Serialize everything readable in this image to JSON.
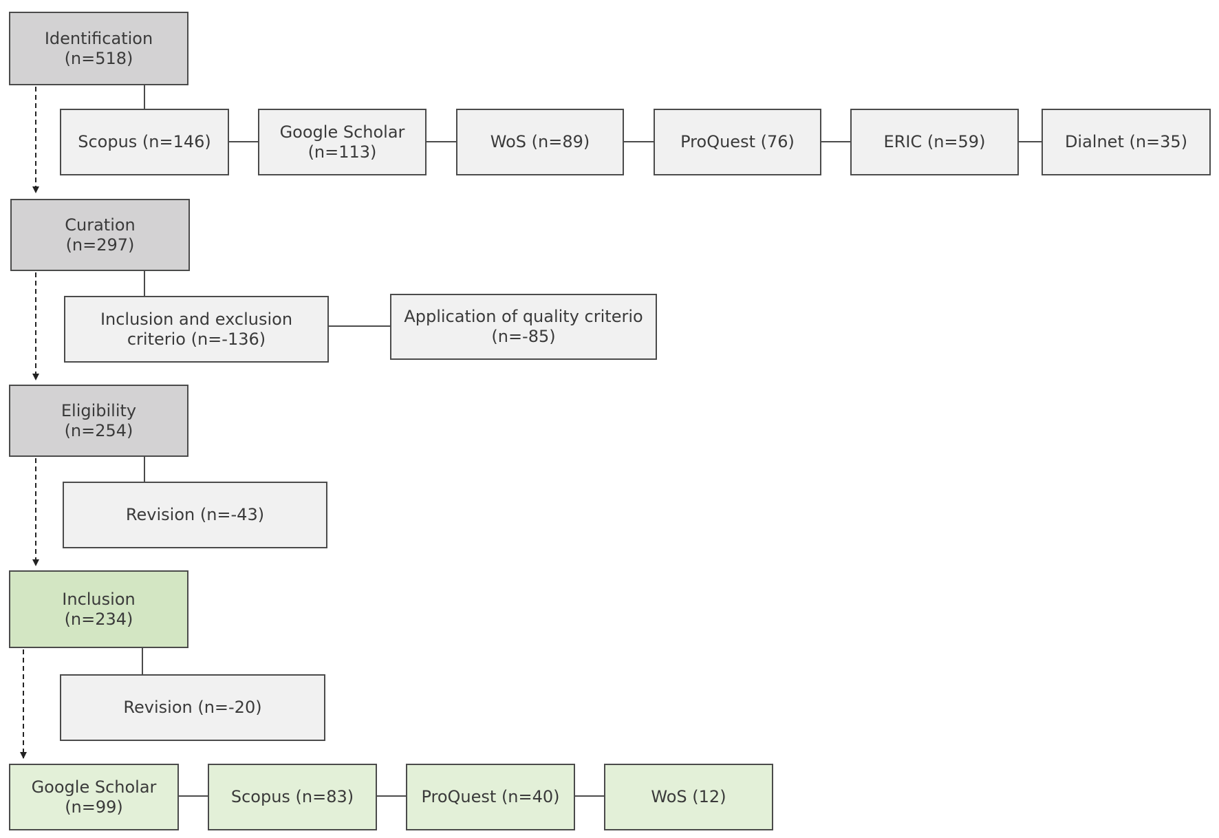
{
  "colors": {
    "stage_fill": "#d3d2d3",
    "detail_fill": "#f1f1f1",
    "inclusion_fill": "#d3e6c3",
    "result_fill": "#e3f0d8",
    "border": "#4a4a4a"
  },
  "stages": [
    {
      "label": "Identification",
      "count": "(n=518)"
    },
    {
      "label": "Curation",
      "count": "(n=297)"
    },
    {
      "label": "Eligibility",
      "count": "(n=254)"
    },
    {
      "label": "Inclusion",
      "count": "(n=234)"
    }
  ],
  "identification_sources": [
    {
      "text": "Scopus (n=146)"
    },
    {
      "line1": "Google Scholar",
      "line2": "(n=113)"
    },
    {
      "text": "WoS (n=89)"
    },
    {
      "text": "ProQuest (76)"
    },
    {
      "text": "ERIC (n=59)"
    },
    {
      "text": "Dialnet (n=35)"
    }
  ],
  "curation_steps": [
    {
      "line1": "Inclusion and exclusion",
      "line2": "criterio (n=-136)"
    },
    {
      "line1": "Application of quality criterio",
      "line2": "(n=-85)"
    }
  ],
  "eligibility_step": {
    "text": "Revision (n=-43)"
  },
  "inclusion_step": {
    "text": "Revision (n=-20)"
  },
  "final_sources": [
    {
      "line1": "Google Scholar",
      "line2": "(n=99)"
    },
    {
      "text": "Scopus (n=83)"
    },
    {
      "text": "ProQuest (n=40)"
    },
    {
      "text": "WoS (12)"
    }
  ]
}
